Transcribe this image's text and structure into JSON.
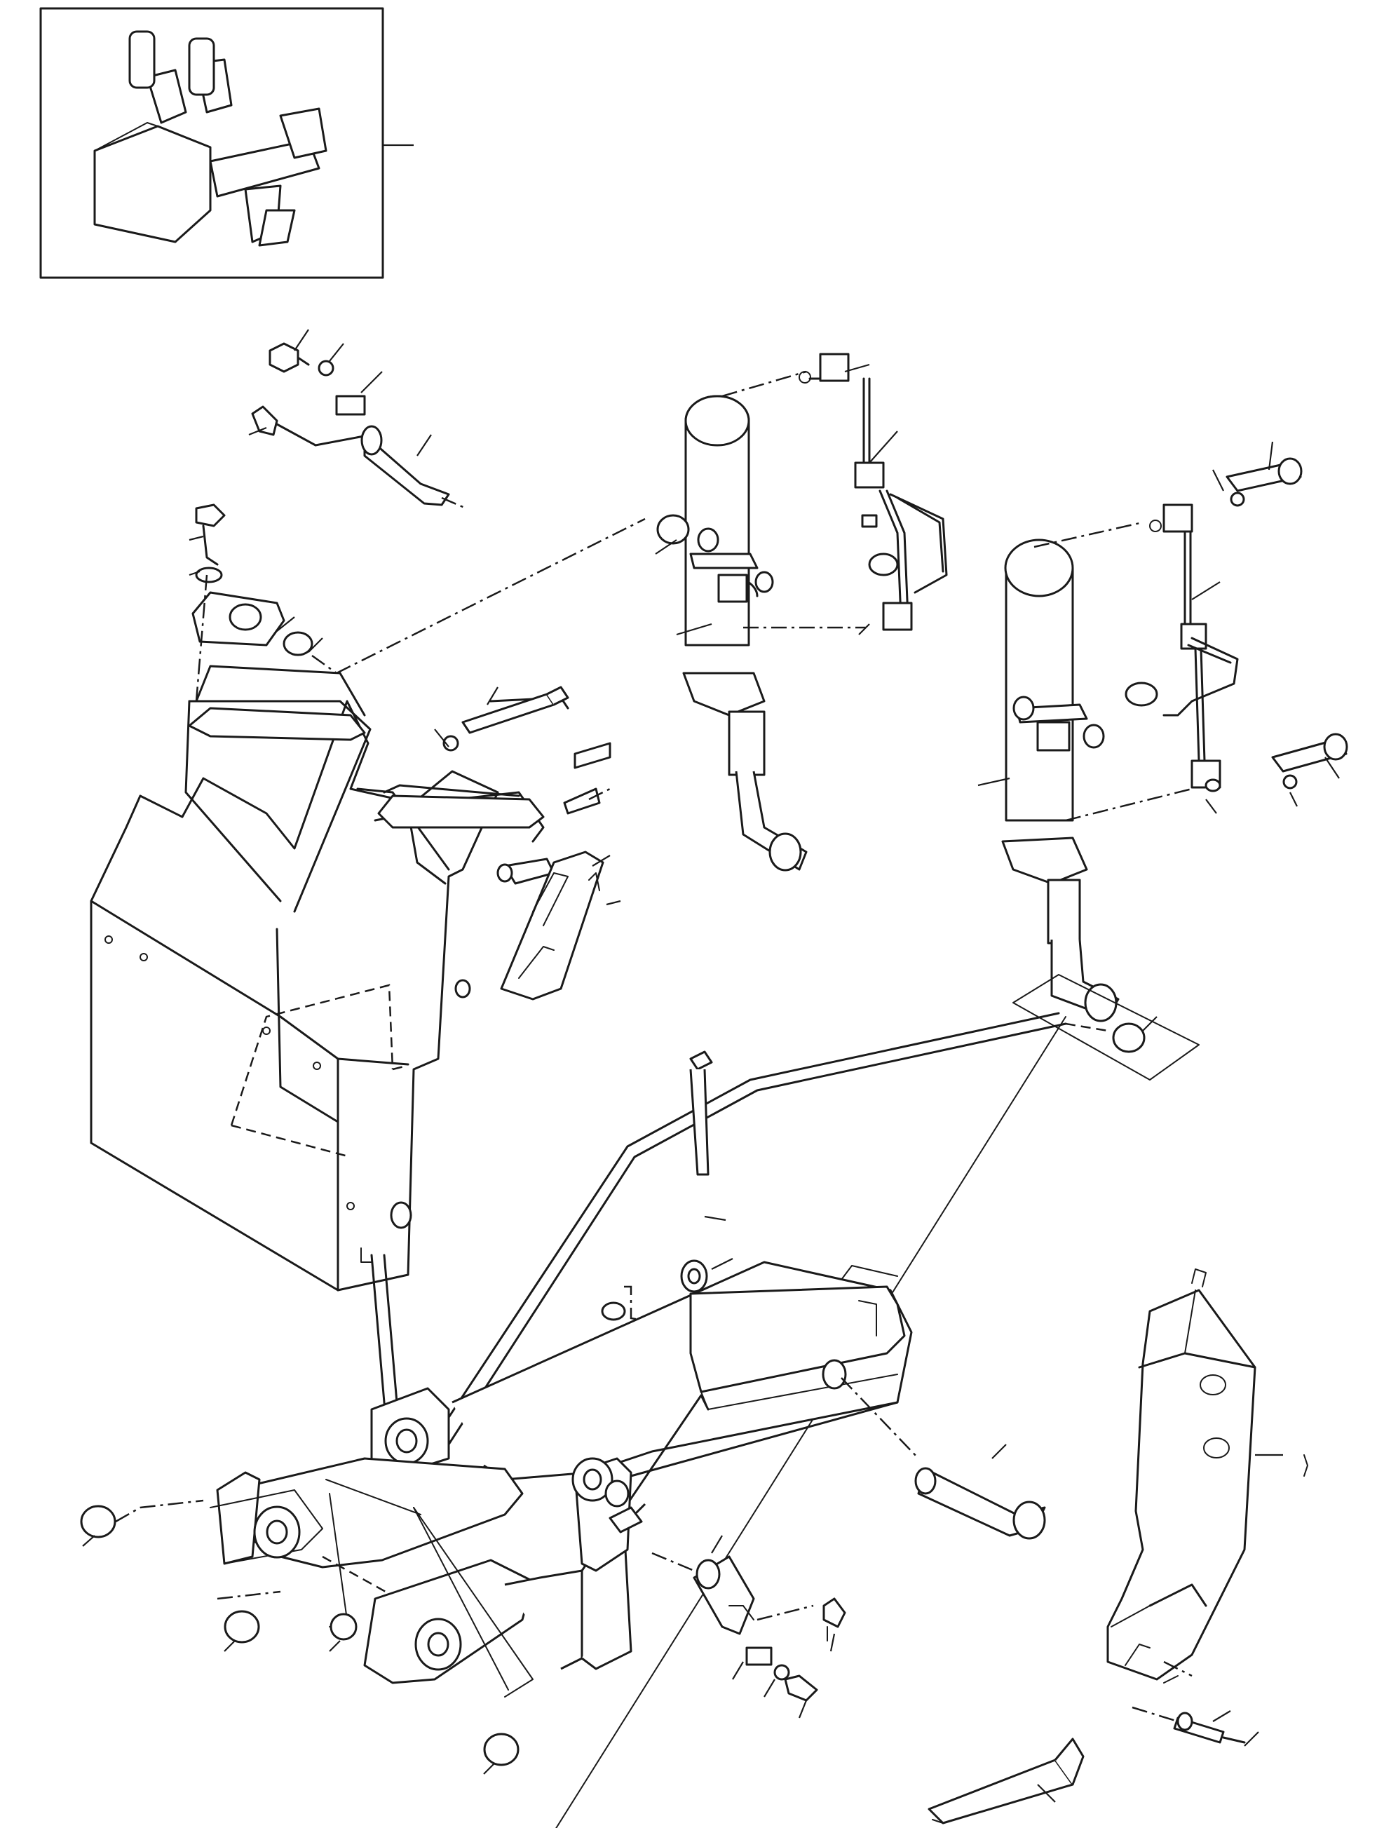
{
  "diagram": {
    "inset": {},
    "components": [
      "inset-assembly-view",
      "main-frame",
      "cylinder-left",
      "cylinder-right",
      "beam",
      "shank",
      "tooth-tip",
      "pins",
      "fasteners",
      "hydraulic-pipes"
    ],
    "colors": {
      "line": "#1a1a1a",
      "background": "#ffffff"
    }
  }
}
